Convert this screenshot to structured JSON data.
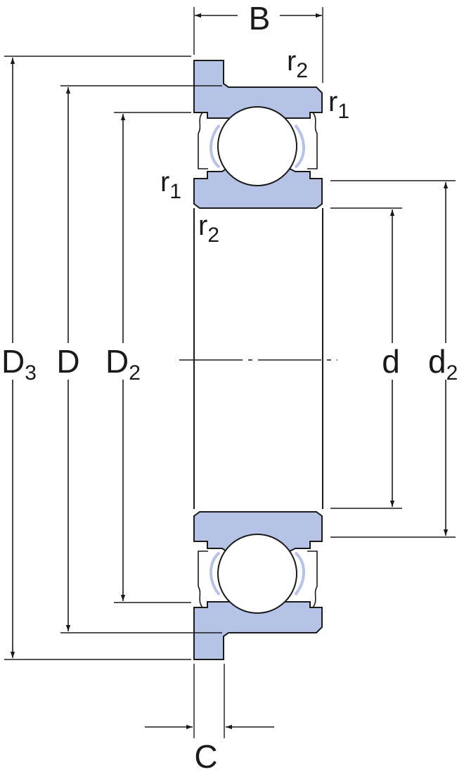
{
  "diagram": {
    "colors": {
      "ring_fill": "#b4c3e6",
      "line": "#1a1a1a",
      "background": "#ffffff"
    },
    "labels": {
      "B": "B",
      "C": "C",
      "D3_main": "D",
      "D3_sub": "3",
      "D": "D",
      "D2_main": "D",
      "D2_sub": "2",
      "d": "d",
      "d2_main": "d",
      "d2_sub": "2",
      "r2_top_main": "r",
      "r2_top_sub": "2",
      "r1_right_main": "r",
      "r1_right_sub": "1",
      "r1_left_main": "r",
      "r1_left_sub": "1",
      "r2_left_main": "r",
      "r2_left_sub": "2"
    }
  }
}
